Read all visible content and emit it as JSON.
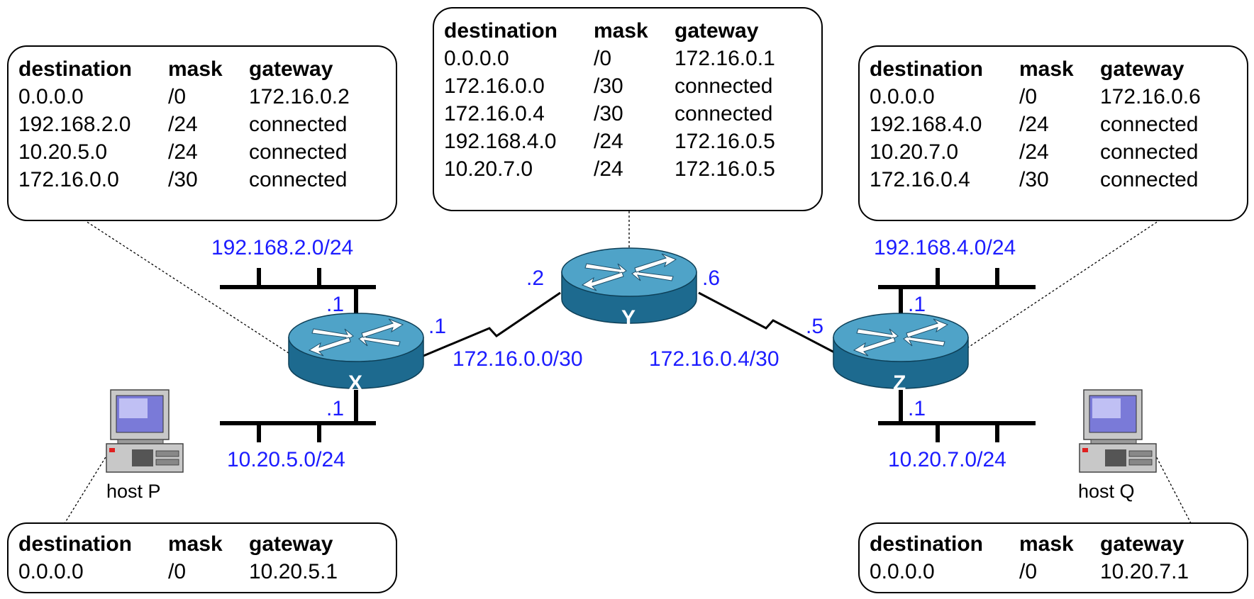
{
  "colors": {
    "label": "#1c1cff",
    "router_top": "#4fa3c8",
    "router_side": "#1d6a8f",
    "line": "#000000"
  },
  "icons": {
    "router": "router-icon",
    "host": "desktop-computer-icon"
  },
  "routers": {
    "x": "X",
    "y": "Y",
    "z": "Z"
  },
  "hosts": {
    "p": "host P",
    "q": "host Q"
  },
  "networks": {
    "lan_x_top": "192.168.2.0/24",
    "lan_x_bottom": "10.20.5.0/24",
    "wan_xy": "172.16.0.0/30",
    "wan_yz": "172.16.0.4/30",
    "lan_z_top": "192.168.4.0/24",
    "lan_z_bottom": "10.20.7.0/24"
  },
  "interfaces": {
    "x_top": ".1",
    "x_bottom": ".1",
    "x_wan": ".1",
    "y_left": ".2",
    "y_right": ".6",
    "z_wan": ".5",
    "z_top": ".1",
    "z_bottom": ".1"
  },
  "tables": {
    "x": {
      "headers": [
        "destination",
        "mask",
        "gateway"
      ],
      "rows": [
        [
          "0.0.0.0",
          "/0",
          "172.16.0.2"
        ],
        [
          "192.168.2.0",
          "/24",
          "connected"
        ],
        [
          "10.20.5.0",
          "/24",
          "connected"
        ],
        [
          "172.16.0.0",
          "/30",
          "connected"
        ]
      ]
    },
    "y": {
      "headers": [
        "destination",
        "mask",
        "gateway"
      ],
      "rows": [
        [
          "0.0.0.0",
          "/0",
          "172.16.0.1"
        ],
        [
          "172.16.0.0",
          "/30",
          "connected"
        ],
        [
          "172.16.0.4",
          "/30",
          "connected"
        ],
        [
          "192.168.4.0",
          "/24",
          "172.16.0.5"
        ],
        [
          "10.20.7.0",
          "/24",
          "172.16.0.5"
        ]
      ]
    },
    "z": {
      "headers": [
        "destination",
        "mask",
        "gateway"
      ],
      "rows": [
        [
          "0.0.0.0",
          "/0",
          "172.16.0.6"
        ],
        [
          "192.168.4.0",
          "/24",
          "connected"
        ],
        [
          "10.20.7.0",
          "/24",
          "connected"
        ],
        [
          "172.16.0.4",
          "/30",
          "connected"
        ]
      ]
    },
    "p": {
      "headers": [
        "destination",
        "mask",
        "gateway"
      ],
      "rows": [
        [
          "0.0.0.0",
          "/0",
          "10.20.5.1"
        ]
      ]
    },
    "q": {
      "headers": [
        "destination",
        "mask",
        "gateway"
      ],
      "rows": [
        [
          "0.0.0.0",
          "/0",
          "10.20.7.1"
        ]
      ]
    }
  }
}
